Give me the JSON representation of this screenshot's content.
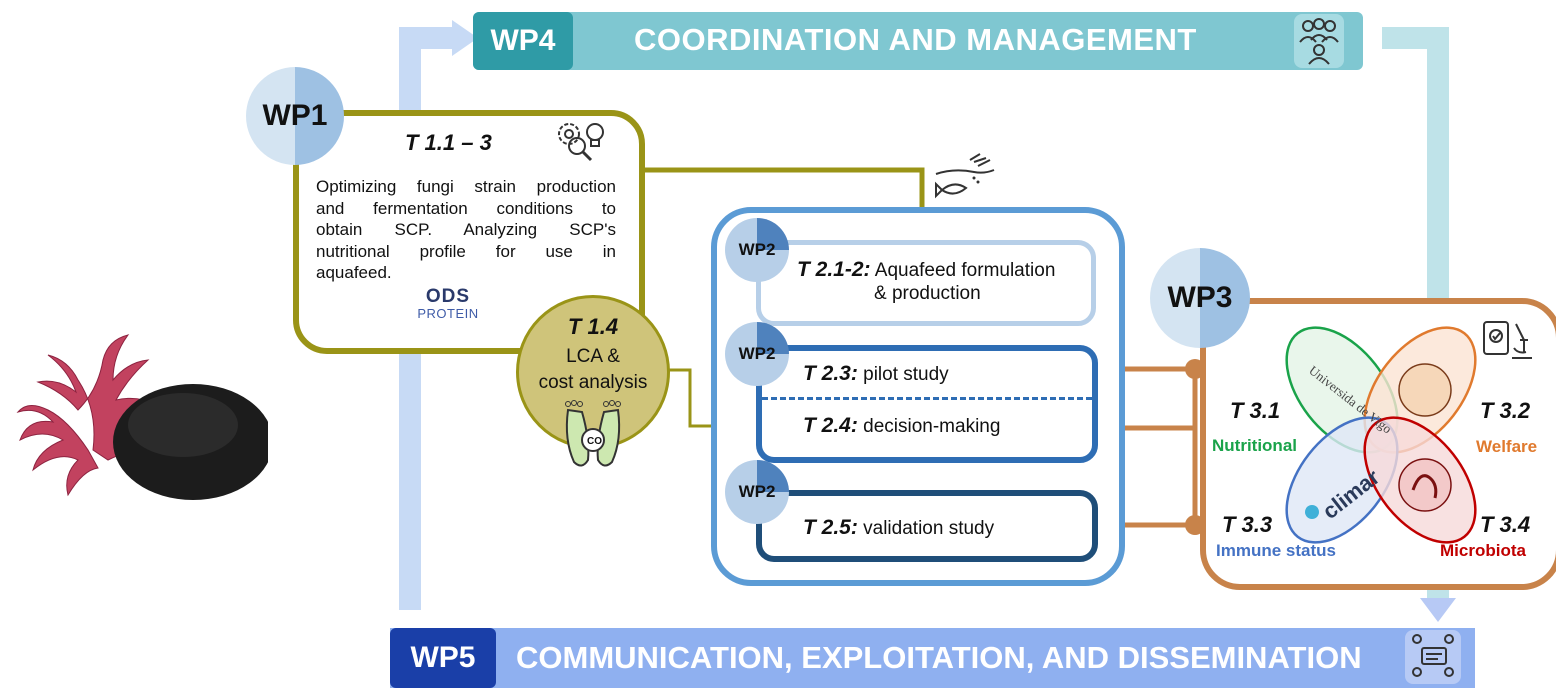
{
  "wp4": {
    "code": "WP4",
    "title": "COORDINATION AND MANAGEMENT",
    "icon": "team-icon"
  },
  "wp5": {
    "code": "WP5",
    "title": "COMMUNICATION, EXPLOITATION, AND DISSEMINATION",
    "icon": "communication-icon"
  },
  "wp1": {
    "code": "WP1",
    "task": "T 1.1 – 3",
    "desc_lines": [
      "Optimizing fungi strain production",
      "and fermentation conditions to",
      "obtain SCP. Analyzing SCP's",
      "nutritional profile for use in",
      "aquafeed."
    ],
    "logo_top": "ODS",
    "logo_bottom": "PROTEIN",
    "icon": "research-icon"
  },
  "t14": {
    "code": "T 1.4",
    "line1": "LCA &",
    "line2": "cost analysis",
    "icon": "co2-footprint-icon"
  },
  "wp2": {
    "code": "WP2",
    "icon": "fish-feeding-icon",
    "tasks": [
      {
        "code": "T 2.1-2:",
        "text": "Aquafeed formulation",
        "text2": "& production"
      },
      {
        "code": "T 2.3:",
        "text": "pilot study"
      },
      {
        "code": "T 2.4:",
        "text": "decision-making"
      },
      {
        "code": "T 2.5:",
        "text": "validation study"
      }
    ]
  },
  "wp3": {
    "code": "WP3",
    "icon": "microscope-icon",
    "tasks": [
      {
        "code": "T 3.1",
        "label": "Nutritional",
        "color": "#1aa34a"
      },
      {
        "code": "T 3.2",
        "label": "Welfare",
        "color": "#e07a2e"
      },
      {
        "code": "T 3.3",
        "label": "Immune status",
        "color": "#4472c4"
      },
      {
        "code": "T 3.4",
        "label": "Microbiota",
        "color": "#c00000"
      }
    ],
    "logos": [
      "Universidade de Vigo",
      "climar"
    ]
  },
  "colors": {
    "wp1_olive": "#9a9417",
    "wp2_blue": "#5b9bd5",
    "wp2_dark": "#2e5f9e",
    "wp3_copper": "#c8834a",
    "wp4_teal": "#7fc7d1",
    "wp4_badge": "#2f9ba6",
    "wp5_blue": "#8fb0f0",
    "wp5_badge": "#1a3fa8"
  }
}
